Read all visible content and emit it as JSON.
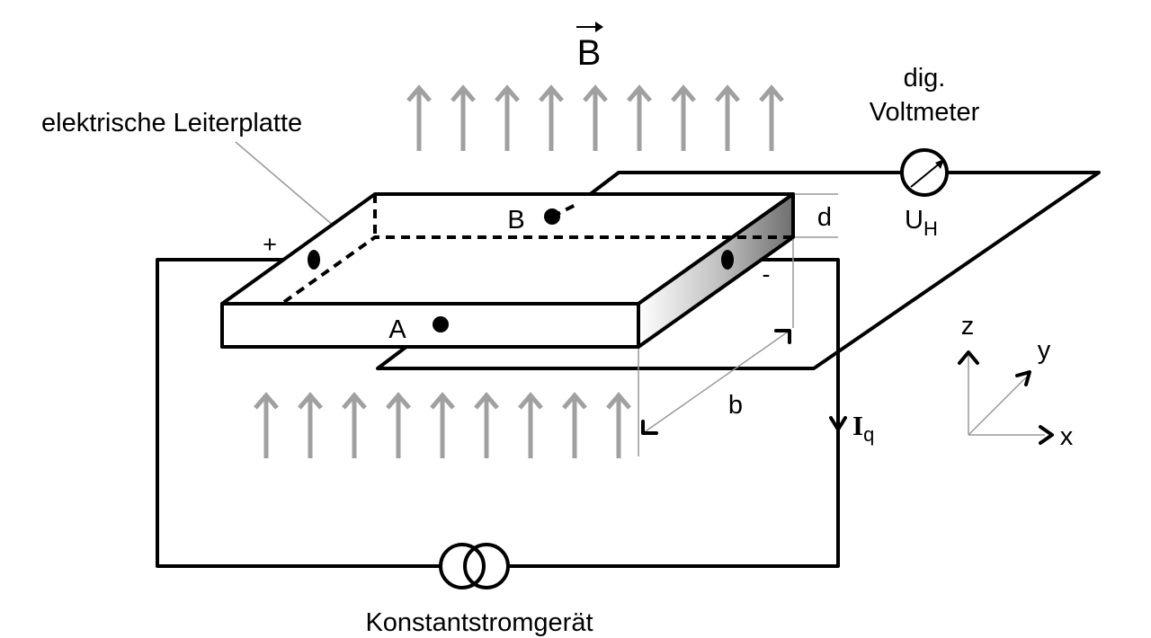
{
  "labels": {
    "field_symbol": "B",
    "plate_label": "elektrische Leiterplatte",
    "voltmeter_line1": "dig.",
    "voltmeter_line2": "Voltmeter",
    "hall_voltage_main": "U",
    "hall_voltage_sub": "H",
    "contact_a": "A",
    "contact_b": "B",
    "thickness": "d",
    "width": "b",
    "plus": "+",
    "minus": "-",
    "current_main": "I",
    "current_sub": "q",
    "source_label": "Konstantstromgerät",
    "axis_x": "x",
    "axis_y": "y",
    "axis_z": "z"
  },
  "colors": {
    "field_arrows": "#a0a0a0",
    "lines": "#000000",
    "dimension_lines": "#999999"
  }
}
